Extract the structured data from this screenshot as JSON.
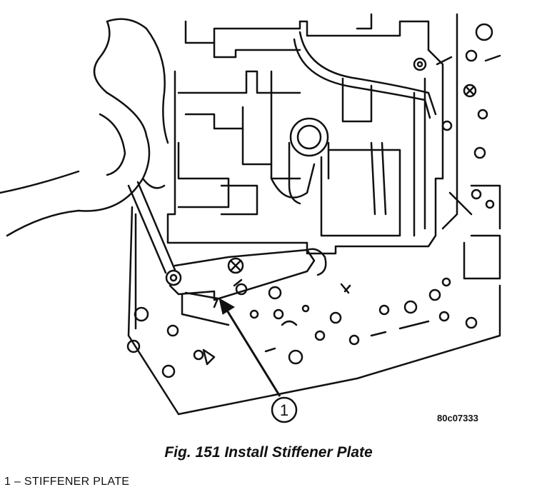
{
  "figure": {
    "reference_code": "80c07333",
    "callout_number": "1",
    "caption": "Fig. 151 Install Stiffener Plate"
  },
  "legend": [
    {
      "number": "1",
      "separator": " – ",
      "label": "STIFFENER PLATE"
    }
  ],
  "colors": {
    "ink": "#111111",
    "paper": "#ffffff"
  }
}
